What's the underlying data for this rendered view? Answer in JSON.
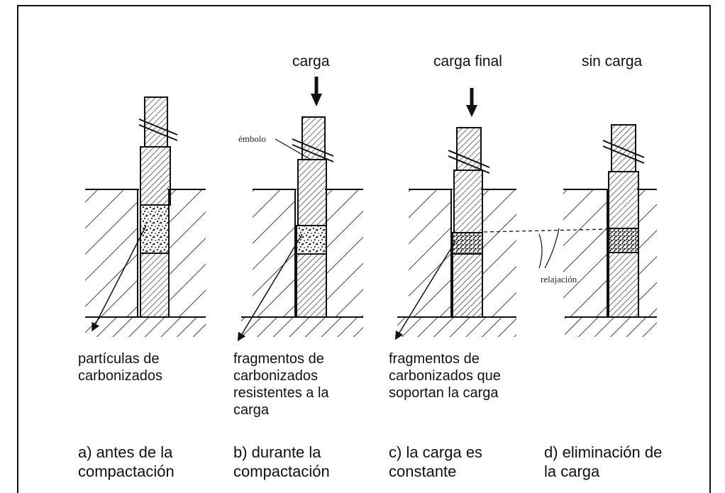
{
  "panels": [
    {
      "id": "a",
      "load_label": "",
      "note": "partículas de\ncarbonizados",
      "caption": "a) antes de la\ncompactación"
    },
    {
      "id": "b",
      "load_label": "carga",
      "note": "fragmentos de\ncarbonizados\nresistentes a la\ncarga",
      "caption": "b) durante la\ncompactación"
    },
    {
      "id": "c",
      "load_label": "carga final",
      "note": "fragmentos de\ncarbonizados que\nsoportan la carga",
      "caption": "c) la carga es\nconstante"
    },
    {
      "id": "d",
      "load_label": "sin carga",
      "note": "",
      "caption": "d) eliminación de\nla carga"
    }
  ],
  "annotations": {
    "plunger": "émbolo",
    "relaxation": "relajación"
  }
}
